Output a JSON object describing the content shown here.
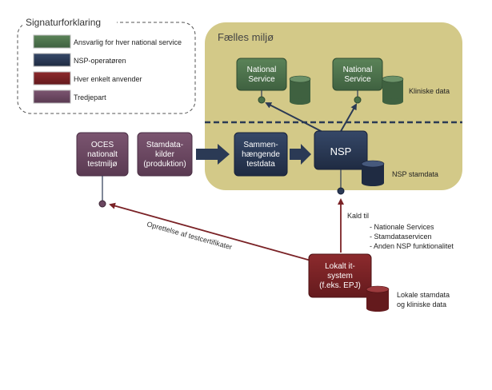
{
  "legend": {
    "title": "Signaturforklaring",
    "items": [
      {
        "label": "Ansvarlig for hver national service",
        "color": "#4a7048"
      },
      {
        "label": "NSP-operatøren",
        "color": "#2b3a55"
      },
      {
        "label": "Hver enkelt anvender",
        "color": "#7a2226"
      },
      {
        "label": "Tredjepart",
        "color": "#6a4660"
      }
    ]
  },
  "zone": {
    "title": "Fælles miljø",
    "color": "#d3c988"
  },
  "national_service_1": {
    "label_line1": "National",
    "label_line2": "Service"
  },
  "national_service_2": {
    "label_line1": "National",
    "label_line2": "Service"
  },
  "clinical_data_label": "Kliniske data",
  "oces": {
    "line1": "OCES",
    "line2": "nationalt",
    "line3": "testmiljø"
  },
  "stamdata_sources": {
    "line1": "Stamdata-",
    "line2": "kilder",
    "line3": "(produktion)"
  },
  "test_data": {
    "line1": "Sammen-",
    "line2": "hængende",
    "line3": "testdata"
  },
  "nsp": {
    "label": "NSP"
  },
  "nsp_stamdata_label": "NSP stamdata",
  "call_label": "Kald til",
  "call_list": [
    "- Nationale Services",
    "- Stamdataservicen",
    "- Anden NSP funktionalitet"
  ],
  "certificate_label": "Oprettelse af testcertifikater",
  "local_system": {
    "line1": "Lokalt it-",
    "line2": "system",
    "line3": "(f.eks. EPJ)"
  },
  "local_data": {
    "line1": "Lokale stamdata",
    "line2": "og kliniske data"
  }
}
